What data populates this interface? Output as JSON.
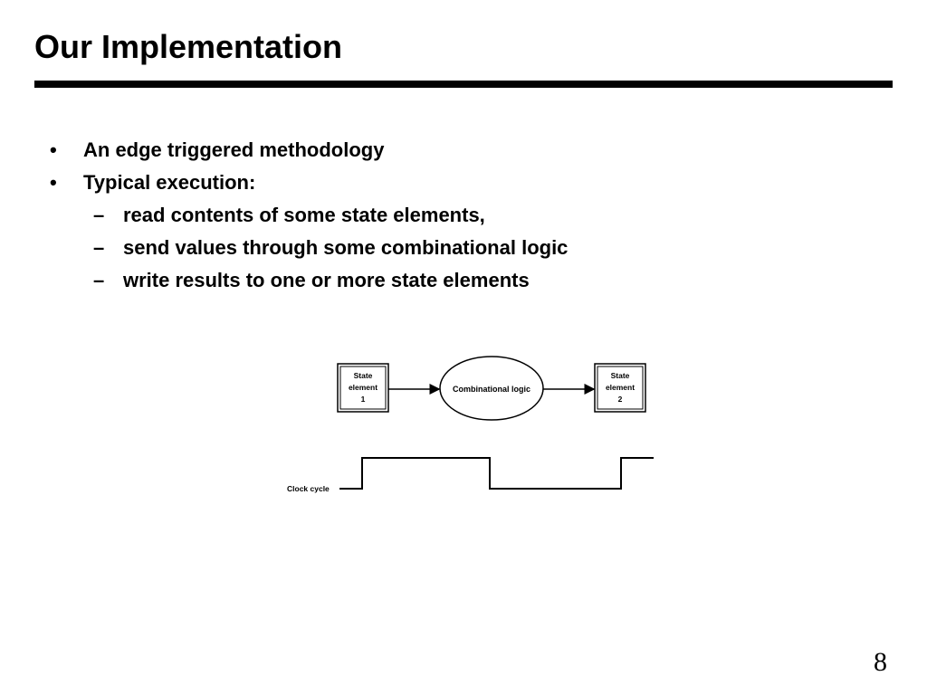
{
  "title": "Our Implementation",
  "bullets": [
    {
      "text": "An edge triggered methodology",
      "marker": "•"
    },
    {
      "text": "Typical execution:",
      "marker": "•"
    }
  ],
  "sub_bullets": [
    {
      "text": "read contents of some state elements,",
      "marker": "–"
    },
    {
      "text": "send values through some combinational logic",
      "marker": "–"
    },
    {
      "text": "write results to one or more state elements",
      "marker": "–"
    }
  ],
  "diagram": {
    "state_element_1": {
      "line1": "State",
      "line2": "element",
      "line3": "1"
    },
    "combinational_logic": "Combinational logic",
    "state_element_2": {
      "line1": "State",
      "line2": "element",
      "line3": "2"
    },
    "clock_label": "Clock cycle"
  },
  "page_number": "8"
}
